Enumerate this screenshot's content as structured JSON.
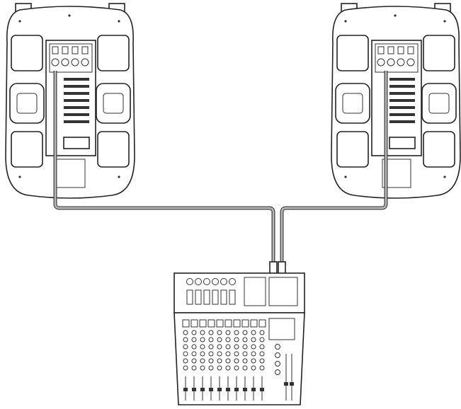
{
  "diagram": {
    "description_items": [
      "left-speaker",
      "right-speaker",
      "mixer",
      "cables"
    ],
    "colors": {
      "line": "#222222",
      "cable": "#444444",
      "background": "#ffffff"
    }
  }
}
